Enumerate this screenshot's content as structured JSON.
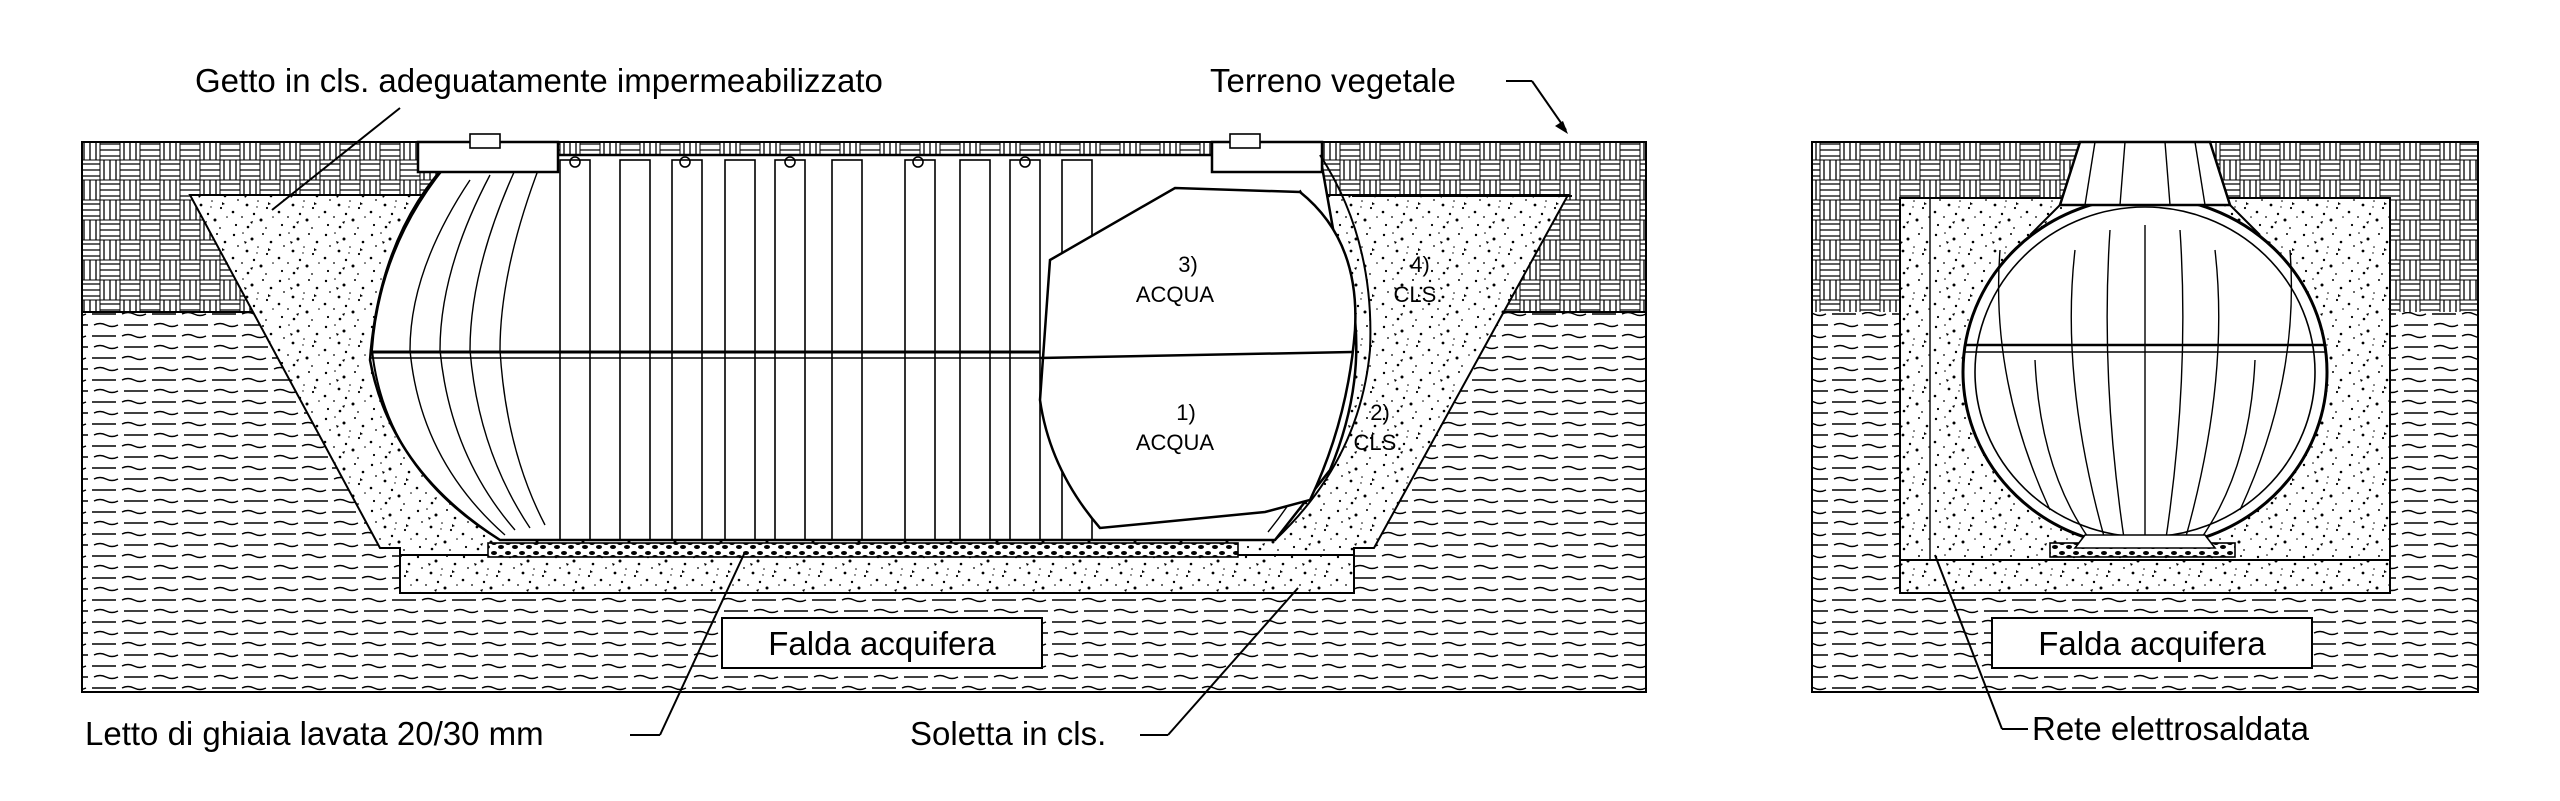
{
  "labels": {
    "getto": "Getto in cls. adeguatamente impermeabilizzato",
    "terreno": "Terreno vegetale",
    "falda_left": "Falda acquifera",
    "falda_right": "Falda acquifera",
    "letto": "Letto di ghiaia lavata 20/30 mm",
    "soletta": "Soletta in cls.",
    "rete": "Rete elettrosaldata"
  },
  "stages": {
    "s1_num": "1)",
    "s1_txt": "ACQUA",
    "s2_num": "2)",
    "s2_txt": "CLS.",
    "s3_num": "3)",
    "s3_txt": "ACQUA",
    "s4_num": "4)",
    "s4_txt": "CLS."
  },
  "colors": {
    "ink": "#000000",
    "paper": "#ffffff"
  }
}
